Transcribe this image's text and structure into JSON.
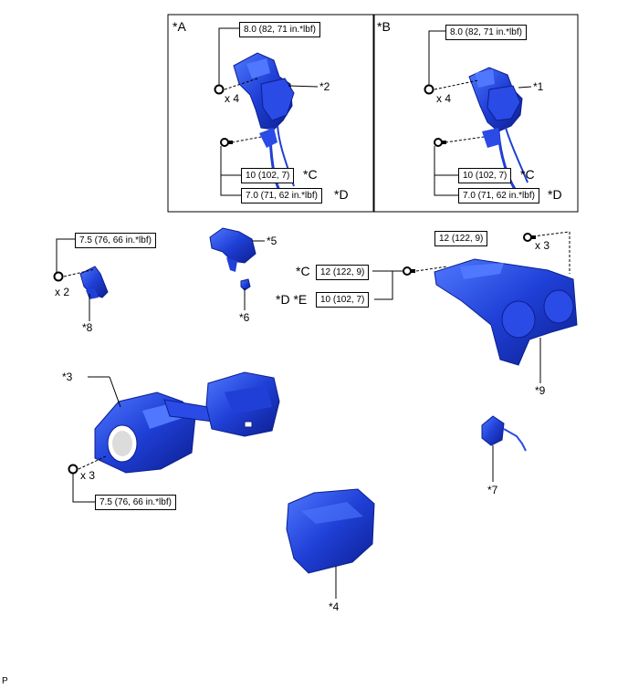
{
  "panels": [
    {
      "label": "*A",
      "torque_top": "8.0 (82, 71 in.*lbf)",
      "qty": "x 4",
      "part": "*2",
      "torque_1": "10 (102, 7)",
      "torque_1_mark": "*C",
      "torque_2": "7.0 (71, 62 in.*lbf)",
      "torque_2_mark": "*D"
    },
    {
      "label": "*B",
      "torque_top": "8.0 (82, 71 in.*lbf)",
      "qty": "x 4",
      "part": "*1",
      "torque_1": "10 (102, 7)",
      "torque_1_mark": "*C",
      "torque_2": "7.0 (71, 62 in.*lbf)",
      "torque_2_mark": "*D"
    }
  ],
  "bracket": {
    "torque": "7.5 (76, 66 in.*lbf)",
    "qty": "x 2",
    "part": "*8"
  },
  "actuator": {
    "part": "*5",
    "clip_part": "*6"
  },
  "housing": {
    "torque_top": "12 (122, 9)",
    "qty": "x 3",
    "mark_c": "*C",
    "torque_c": "12 (122, 9)",
    "mark_de": "*D *E",
    "torque_de": "10 (102, 7)",
    "part": "*9"
  },
  "lid_assembly": {
    "part": "*3",
    "qty": "x 3",
    "torque": "7.5 (76, 66 in.*lbf)"
  },
  "cable_part": {
    "part": "*7"
  },
  "lid_cover": {
    "part": "*4"
  },
  "page_code": "P",
  "colors": {
    "part_fill": "#1f3fd6",
    "part_dark": "#0c1f8f",
    "part_light": "#4f78ff",
    "line": "#000000"
  }
}
